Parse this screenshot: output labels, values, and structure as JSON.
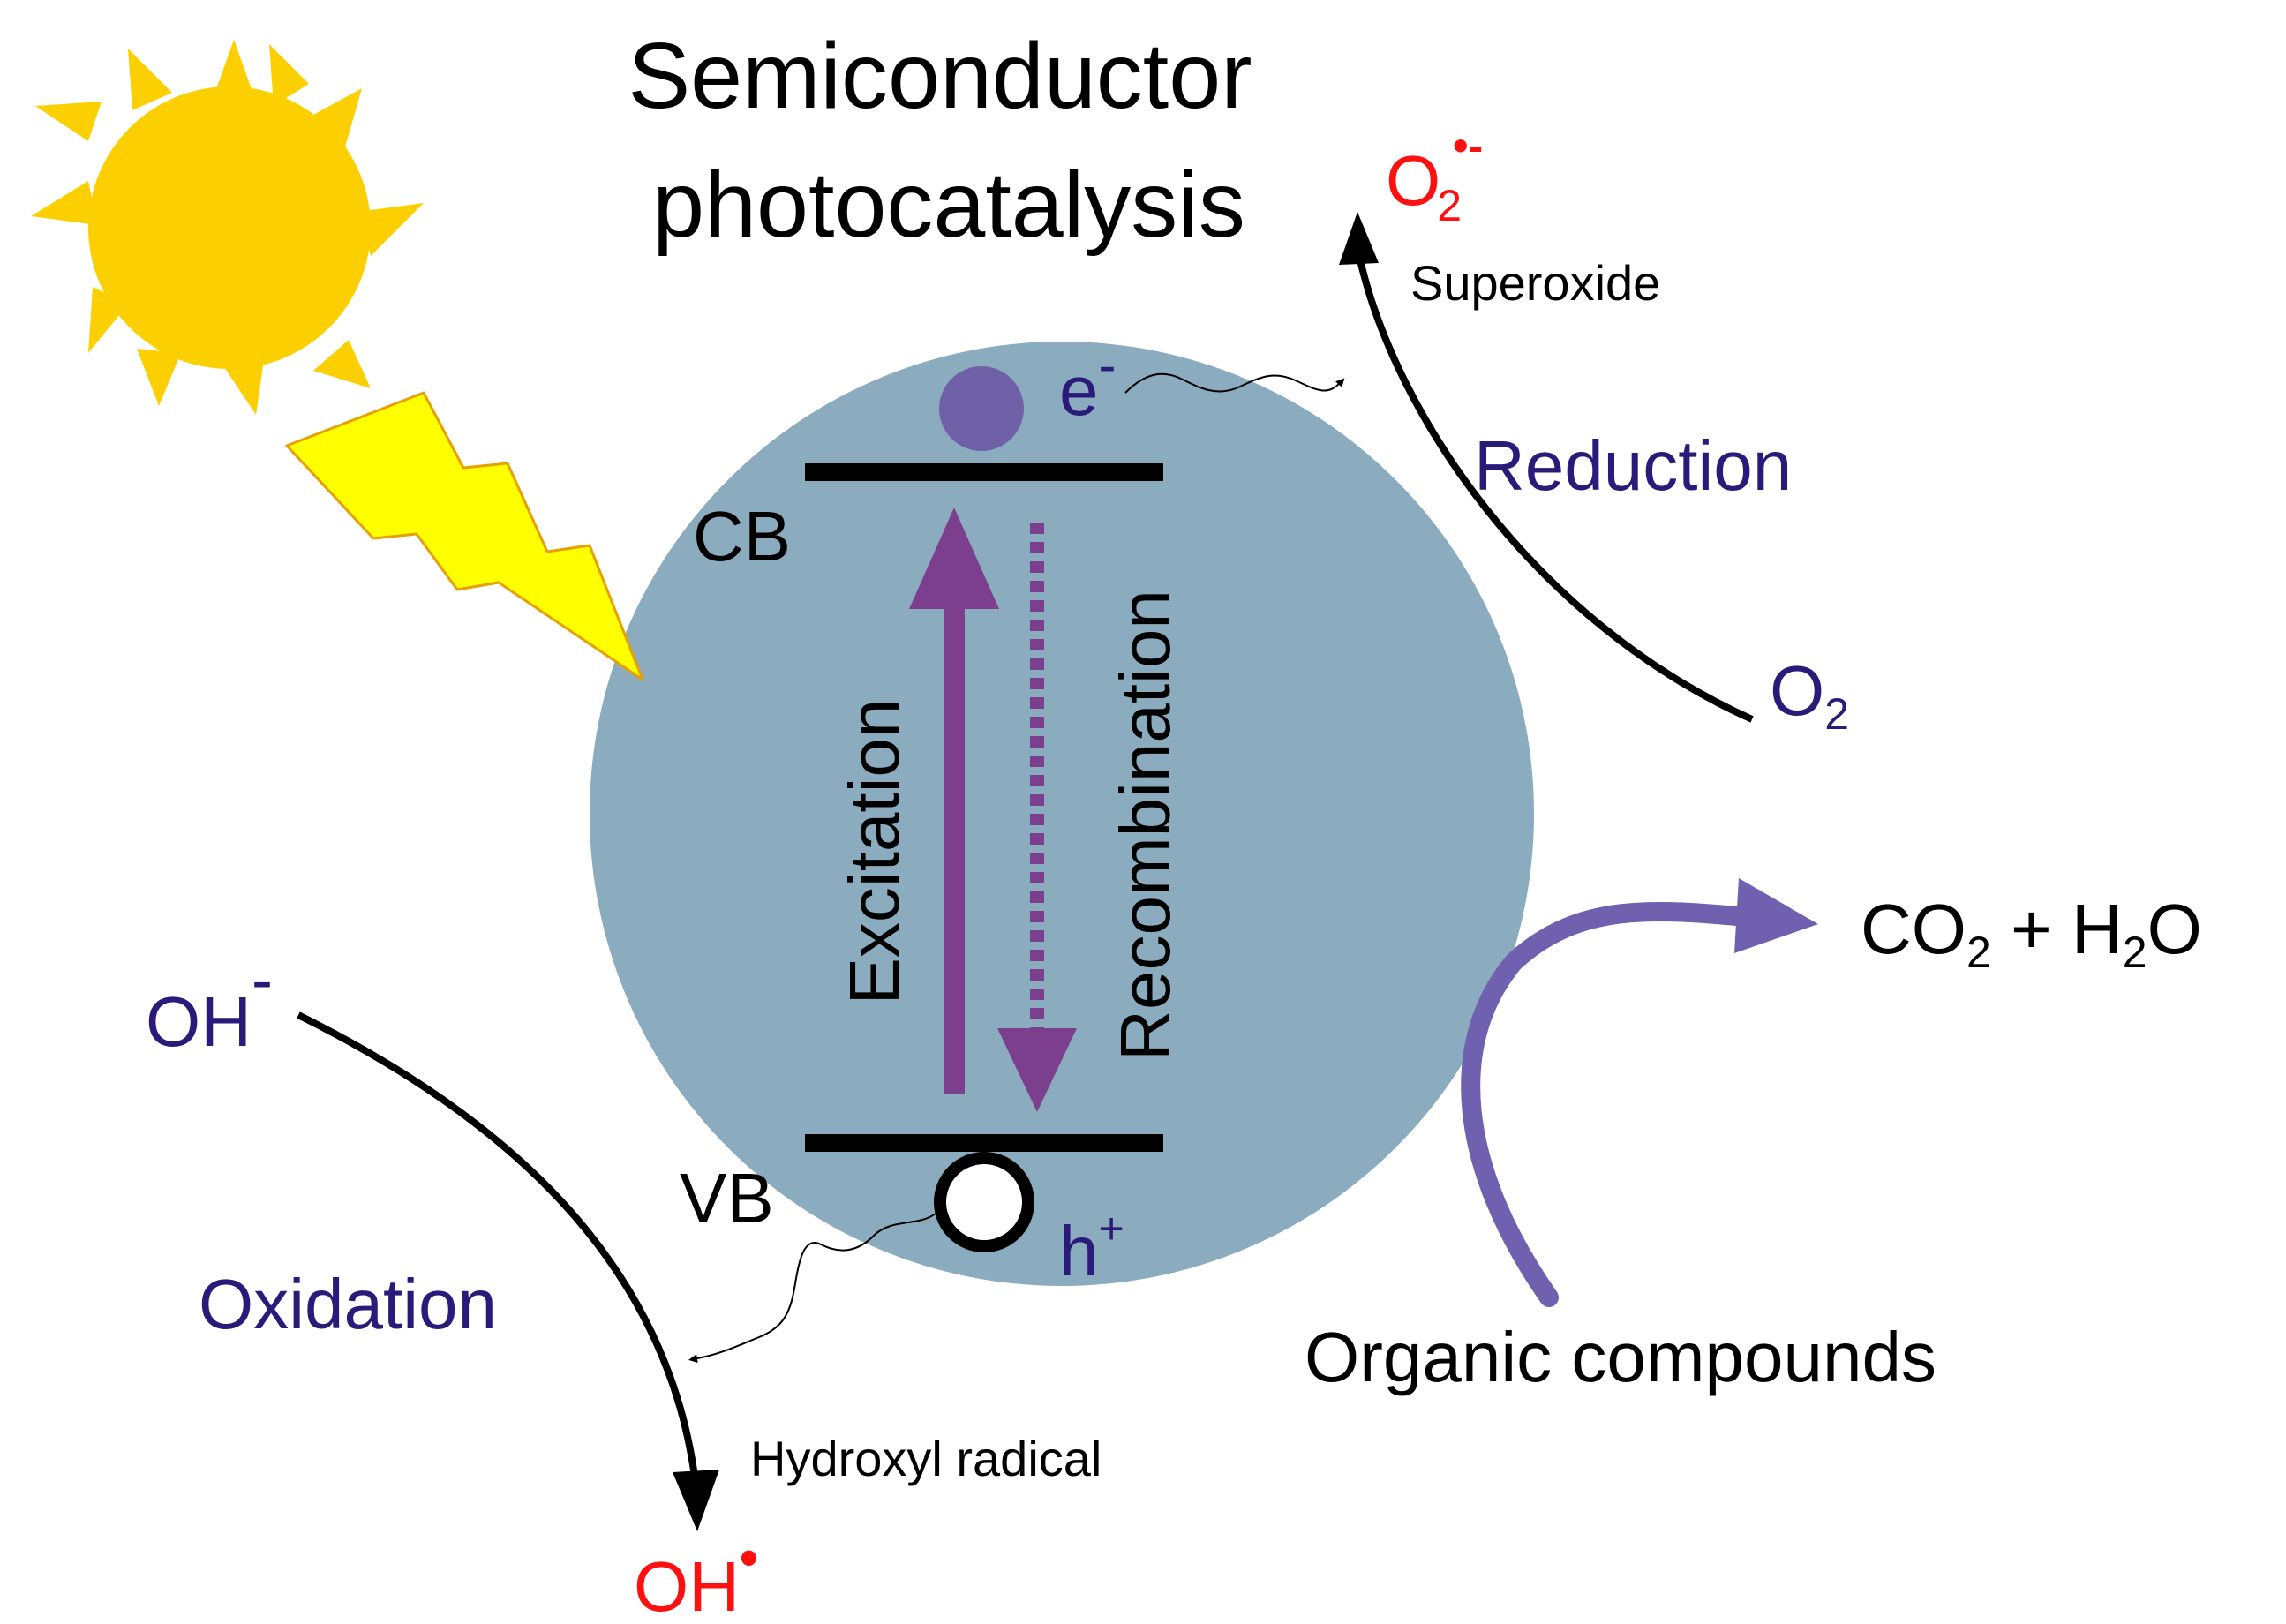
{
  "title": {
    "line1": "Semiconductor",
    "line2": "photocatalysis"
  },
  "bands": {
    "conduction": "CB",
    "valence": "VB"
  },
  "processes": {
    "excitation": "Excitation",
    "recombination": "Recombination"
  },
  "carriers": {
    "electron": {
      "base": "e",
      "sup": "-"
    },
    "hole": {
      "base": "h",
      "sup": "+"
    }
  },
  "reduction": {
    "label": "Reduction",
    "reactant": {
      "base": "O",
      "sub": "2"
    },
    "product": {
      "base": "O",
      "sub": "2",
      "sup": "•-"
    },
    "product_name": "Superoxide"
  },
  "oxidation": {
    "label": "Oxidation",
    "reactant": {
      "base": "OH",
      "sup": "-"
    },
    "product": {
      "base": "OH",
      "sup": "•"
    },
    "product_name": "Hydroxyl radical"
  },
  "degradation": {
    "reactant": "Organic compounds",
    "product": {
      "co": "CO",
      "co_sub": "2",
      "plus": " + H",
      "h_sub": "2",
      "o": "O"
    }
  },
  "colors": {
    "particle": "#8aacbe",
    "sun": "#fcd000",
    "bolt": "#ffff00",
    "bolt_outline": "#e6a000",
    "process_arrow": "#7b3f8e",
    "organic_arrow": "#7060b0",
    "label_blue": "#2a1a7a",
    "radical_red": "#ff1010",
    "electron": "#7060a8"
  }
}
